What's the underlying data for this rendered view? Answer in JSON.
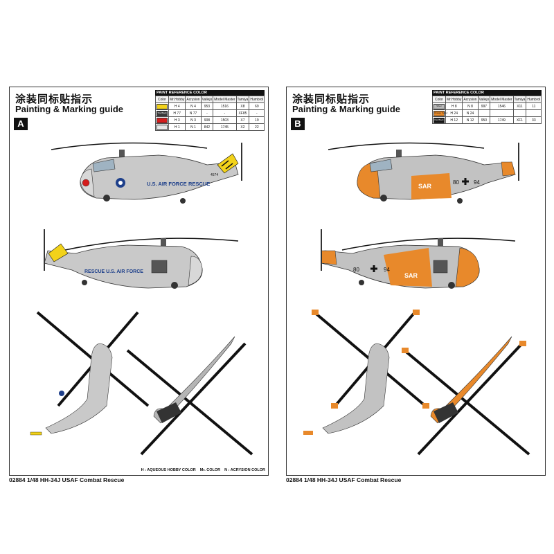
{
  "sheets": [
    {
      "badge": "A",
      "title_cn": "涂装同标贴指示",
      "title_en": "Painting & Marking guide",
      "table": {
        "caption": "PAINT REFERENCE COLOR",
        "headers": [
          "Color",
          "Mr.Hobby",
          "Acrysion",
          "Vallejo",
          "Model Master",
          "Tamiya",
          "Humbrol"
        ],
        "rows": [
          {
            "color_name": "",
            "swatch": "#f2d21a",
            "hobby": "H 4",
            "acry": "N 4",
            "vallejo": "953",
            "mm": "1516",
            "tamiya": "X8",
            "humbrol": "69"
          },
          {
            "color_name": "Tire Black",
            "swatch": "#3a3a3a",
            "hobby": "H 77",
            "acry": "N 77",
            "vallejo": "-",
            "mm": "-",
            "tamiya": "XF85",
            "humbrol": "-"
          },
          {
            "color_name": "",
            "swatch": "#d41c1c",
            "hobby": "H 3",
            "acry": "N 3",
            "vallejo": "908",
            "mm": "1503",
            "tamiya": "X7",
            "humbrol": "19"
          },
          {
            "color_name": "",
            "swatch": "#e8e8e8",
            "hobby": "H 1",
            "acry": "N 1",
            "vallejo": "842",
            "mm": "1745",
            "tamiya": "X2",
            "humbrol": "22"
          }
        ]
      },
      "legend": {
        "h": "H : AQUEOUS HOBBY COLOR",
        "m": "Mr. COLOR",
        "n": "N : ACRYSION COLOR"
      },
      "footer": "02884  1/48   HH-34J USAF Combat Rescue",
      "side1_text": "U.S. AIR FORCE",
      "side1_text2": "RESCUE",
      "side1_serial": "4574",
      "side2_text": "RESCUE U.S. AIR FORCE"
    },
    {
      "badge": "B",
      "title_cn": "涂装同标贴指示",
      "title_en": "Painting & Marking guide",
      "table": {
        "caption": "PAINT REFERENCE COLOR",
        "headers": [
          "Color",
          "Mr.Hobby",
          "Acrysion",
          "Vallejo",
          "Model Master",
          "Tamiya",
          "Humbrol"
        ],
        "rows": [
          {
            "color_name": "Silver",
            "swatch": "#b8b8b8",
            "hobby": "H 8",
            "acry": "N 8",
            "vallejo": "997",
            "mm": "1546",
            "tamiya": "X11",
            "humbrol": "11"
          },
          {
            "color_name": "Orange Yellow",
            "swatch": "#e88a2a",
            "hobby": "H 24",
            "acry": "N 24",
            "vallejo": "",
            "mm": "",
            "tamiya": "",
            "humbrol": ""
          },
          {
            "color_name": "Flat Black",
            "swatch": "#151515",
            "hobby": "H 12",
            "acry": "N 12",
            "vallejo": "950",
            "mm": "1749",
            "tamiya": "XF1",
            "humbrol": "33"
          }
        ]
      },
      "footer": "02884  1/48   HH-34J USAF Combat Rescue",
      "side1_text": "SAR",
      "side1_code": "80",
      "side1_code2": "94",
      "side2_text": "SAR",
      "side2_code": "80",
      "side2_code2": "94"
    }
  ],
  "colors": {
    "scheme_a_body": "#c9c9c9",
    "scheme_b_body": "#c2c2c2",
    "orange": "#e8892b",
    "black": "#111111",
    "yellow": "#f2d21a"
  }
}
